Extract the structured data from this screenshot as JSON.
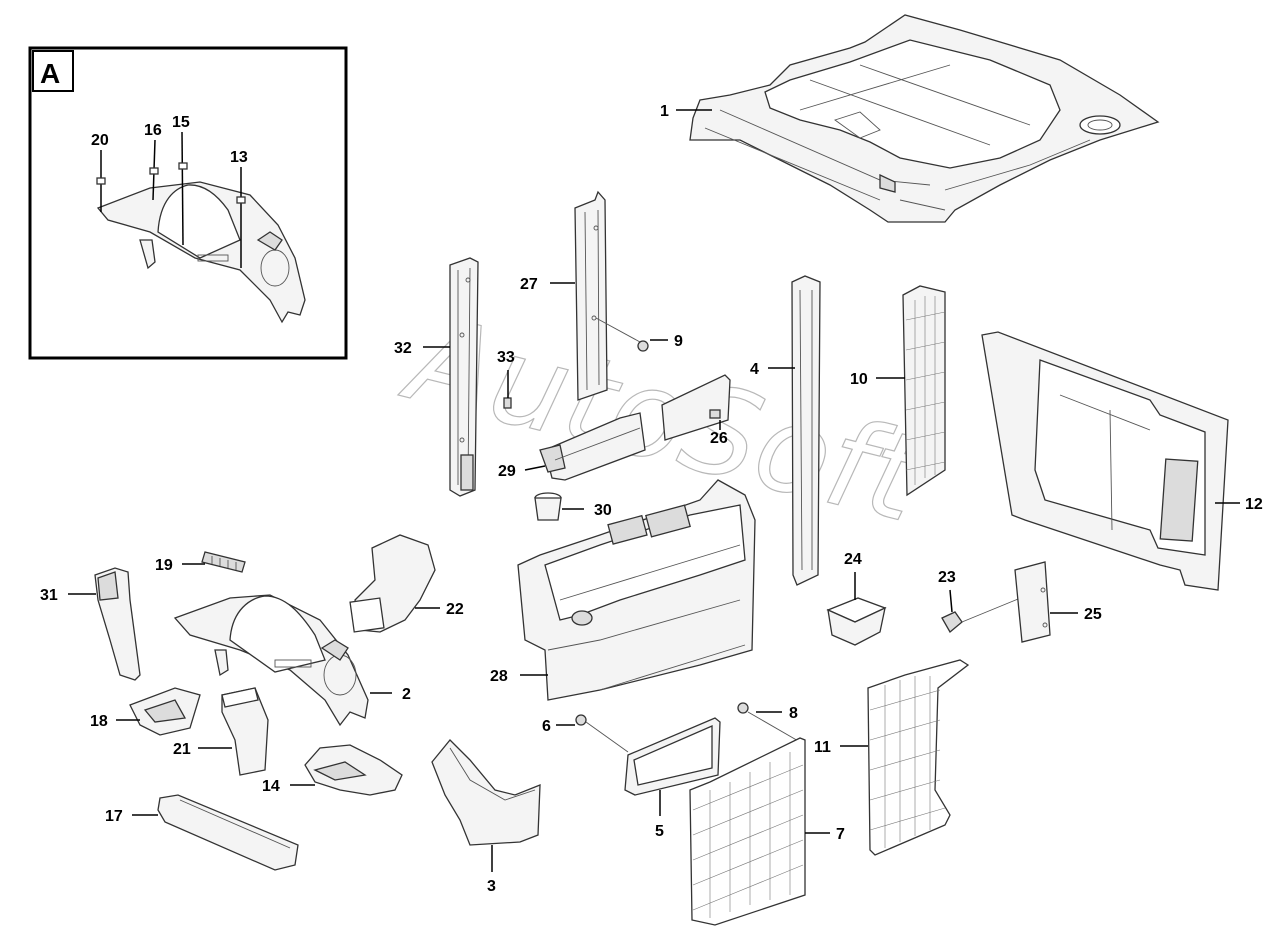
{
  "inset": {
    "letter": "A",
    "labels": [
      "20",
      "16",
      "15",
      "13"
    ]
  },
  "watermark": "AutoSoft",
  "callouts": {
    "c1": "1",
    "c2": "2",
    "c3": "3",
    "c4": "4",
    "c5": "5",
    "c6": "6",
    "c7": "7",
    "c8": "8",
    "c9": "9",
    "c10": "10",
    "c11": "11",
    "c12": "12",
    "c14": "14",
    "c17": "17",
    "c18": "18",
    "c19": "19",
    "c21": "21",
    "c22": "22",
    "c23": "23",
    "c24": "24",
    "c25": "25",
    "c26": "26",
    "c27": "27",
    "c28": "28",
    "c29": "29",
    "c30": "30",
    "c31": "31",
    "c32": "32",
    "c33": "33"
  }
}
